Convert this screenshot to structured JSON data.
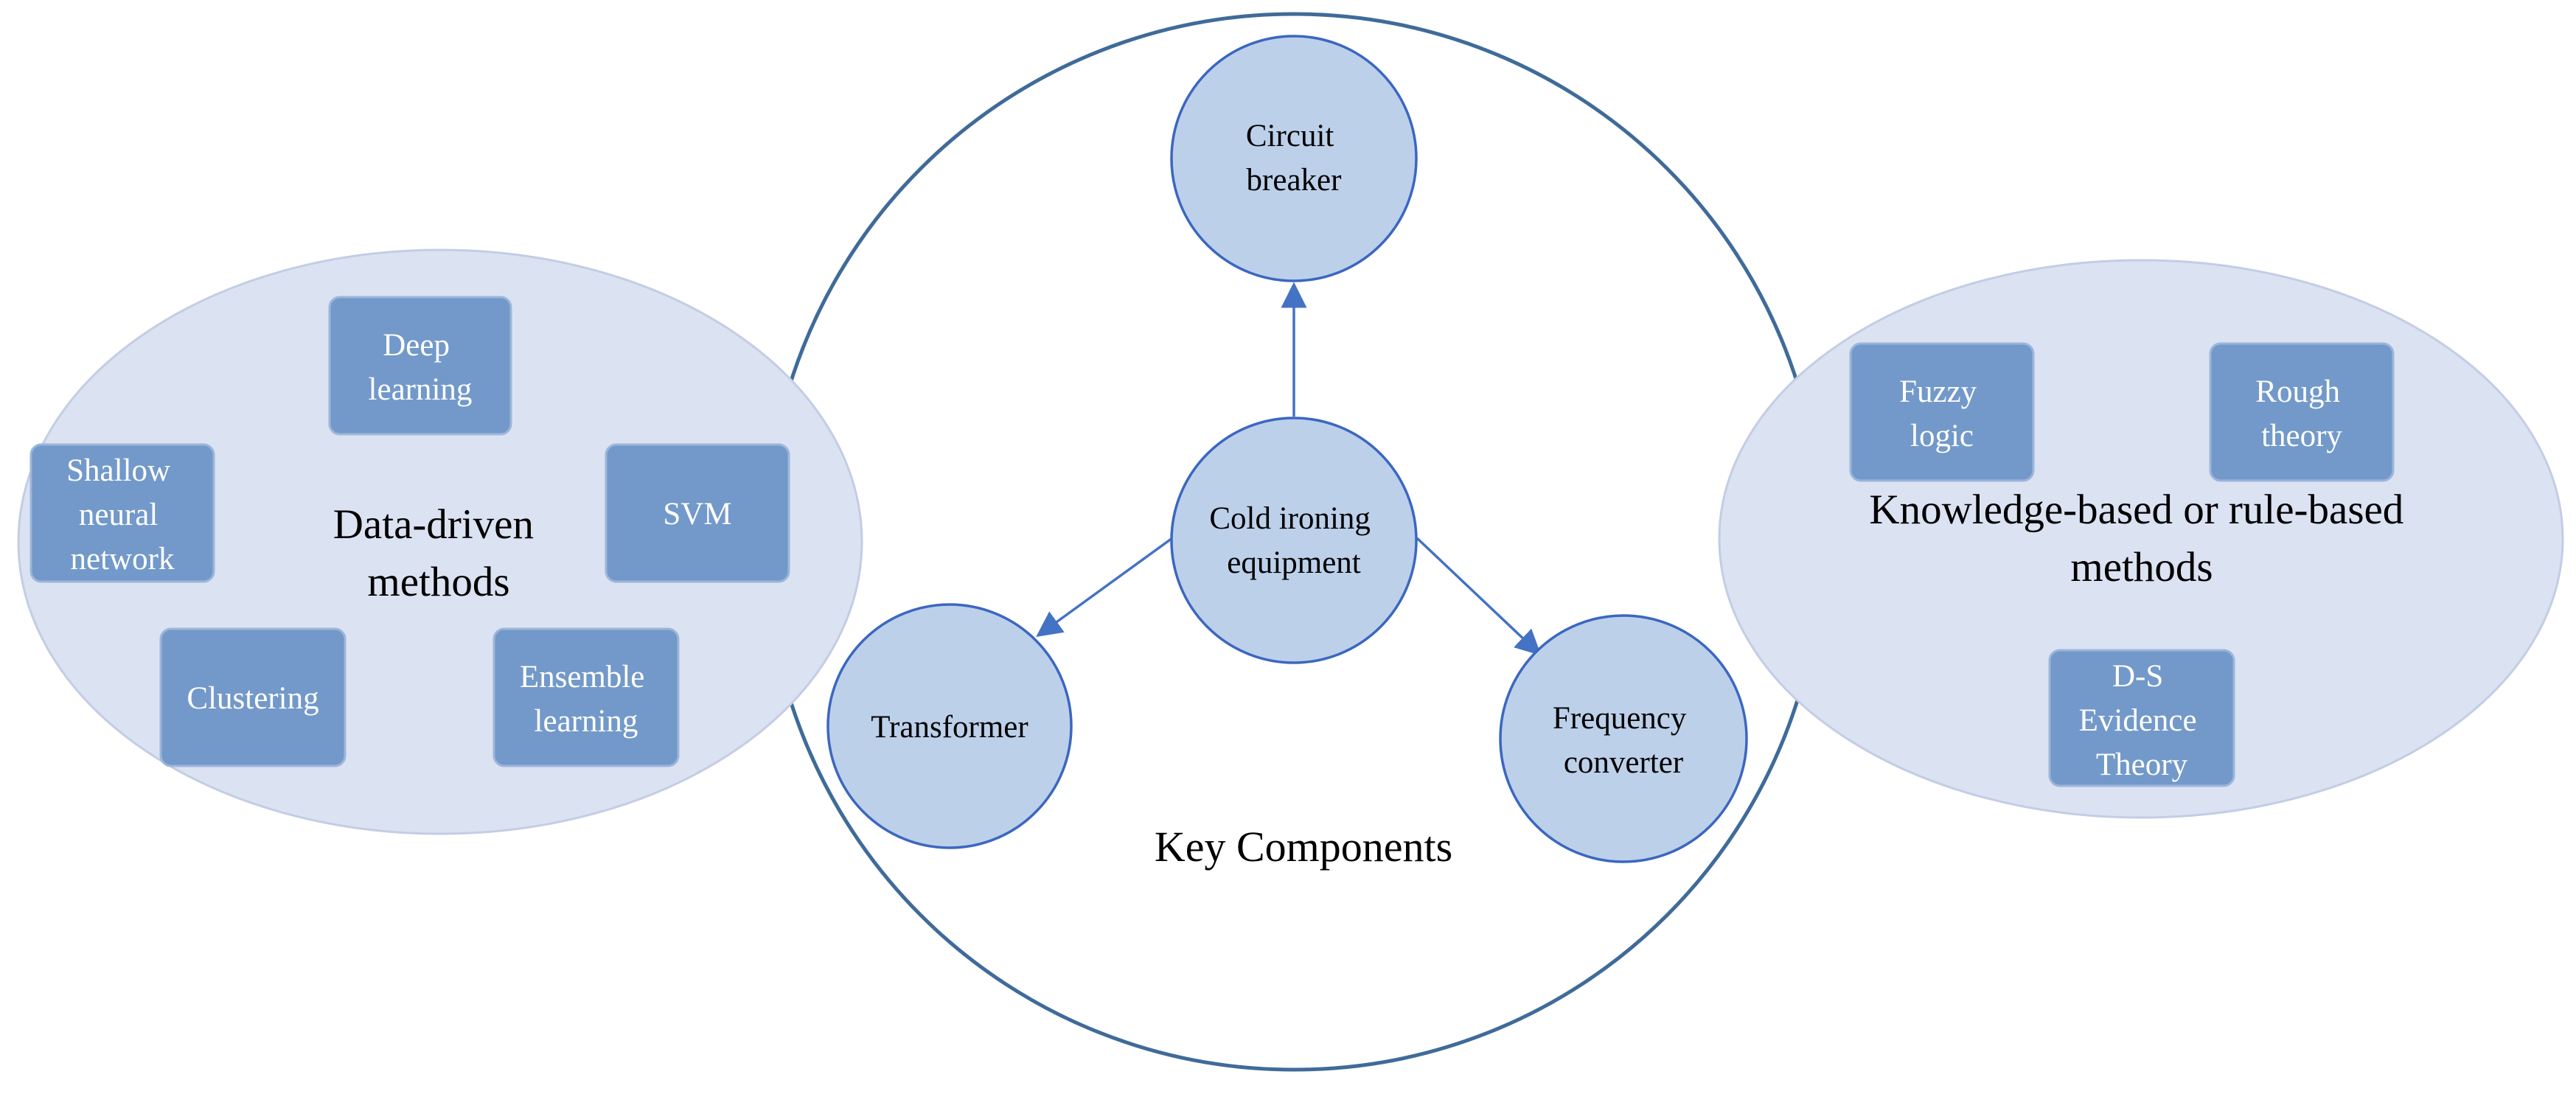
{
  "colors": {
    "big_circle_stroke": "#3f6b99",
    "node_fill": "#bdd0ea",
    "node_stroke": "#3b67c0",
    "arrow": "#4472c4",
    "ellipse_fill": "#dbe2f2",
    "ellipse_stroke": "#c3cde4",
    "method_box_fill": "#7299c9",
    "method_box_stroke": "#9cb6da",
    "dark_text": "#000000",
    "light_text": "#ffffff"
  },
  "center_group": {
    "label": "Key Components",
    "center_node": [
      "Cold ironing",
      "equipment"
    ],
    "components": [
      {
        "id": "circuit-breaker",
        "lines": [
          "Circuit",
          "breaker"
        ]
      },
      {
        "id": "transformer",
        "lines": [
          "Transformer"
        ]
      },
      {
        "id": "frequency-converter",
        "lines": [
          "Frequency",
          "converter"
        ]
      }
    ]
  },
  "left_group": {
    "title": [
      "Data-driven",
      "methods"
    ],
    "methods": [
      {
        "id": "deep-learning",
        "lines": [
          "Deep",
          "learning"
        ]
      },
      {
        "id": "shallow-neural-network",
        "lines": [
          "Shallow",
          "neural",
          "network"
        ]
      },
      {
        "id": "svm",
        "lines": [
          "SVM"
        ]
      },
      {
        "id": "clustering",
        "lines": [
          "Clustering"
        ]
      },
      {
        "id": "ensemble-learning",
        "lines": [
          "Ensemble",
          "learning"
        ]
      }
    ]
  },
  "right_group": {
    "title": [
      "Knowledge-based or rule-based",
      "methods"
    ],
    "methods": [
      {
        "id": "fuzzy-logic",
        "lines": [
          "Fuzzy",
          "logic"
        ]
      },
      {
        "id": "rough-theory",
        "lines": [
          "Rough",
          "theory"
        ]
      },
      {
        "id": "ds-evidence-theory",
        "lines": [
          "D-S",
          "Evidence",
          "Theory"
        ]
      }
    ]
  }
}
